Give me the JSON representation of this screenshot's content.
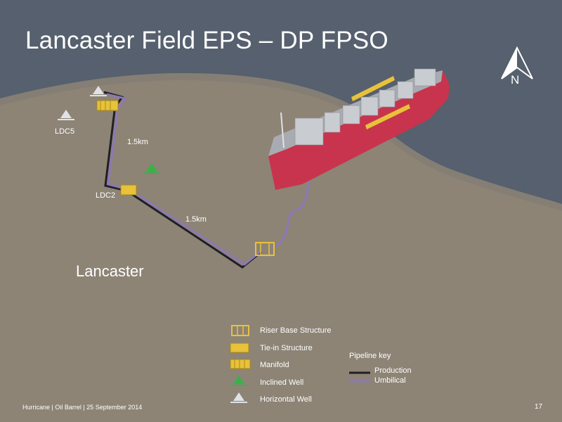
{
  "title": "Lancaster Field EPS – DP FPSO",
  "labels": {
    "ldc5": "LDC5",
    "ldc2": "LDC2",
    "dist1": "1.5km",
    "dist2": "1.5km",
    "field": "Lancaster",
    "north": "N"
  },
  "legend": {
    "items": [
      {
        "label": "Riser Base Structure",
        "icon": "riser-base-icon"
      },
      {
        "label": "Tie-in Structure",
        "icon": "tie-in-icon"
      },
      {
        "label": "Manifold",
        "icon": "manifold-icon"
      },
      {
        "label": "Inclined Well",
        "icon": "inclined-well-icon"
      },
      {
        "label": "Horizontal Well",
        "icon": "horizontal-well-icon"
      }
    ]
  },
  "pipeline_key": {
    "title": "Pipeline key",
    "production": "Production",
    "umbilical": "Umbilical"
  },
  "colors": {
    "sea": "#56606e",
    "seabed": "#8d8476",
    "hull": "#c8344d",
    "structure": "#e8c23a",
    "production": "#1f1f24",
    "umbilical": "#8c78b5",
    "well_inclined": "#39b14a",
    "well_horizontal": "#dfe2e6"
  },
  "footer": "Hurricane   |   Oil Barrel   |   25 September 2014",
  "page_number": "17"
}
